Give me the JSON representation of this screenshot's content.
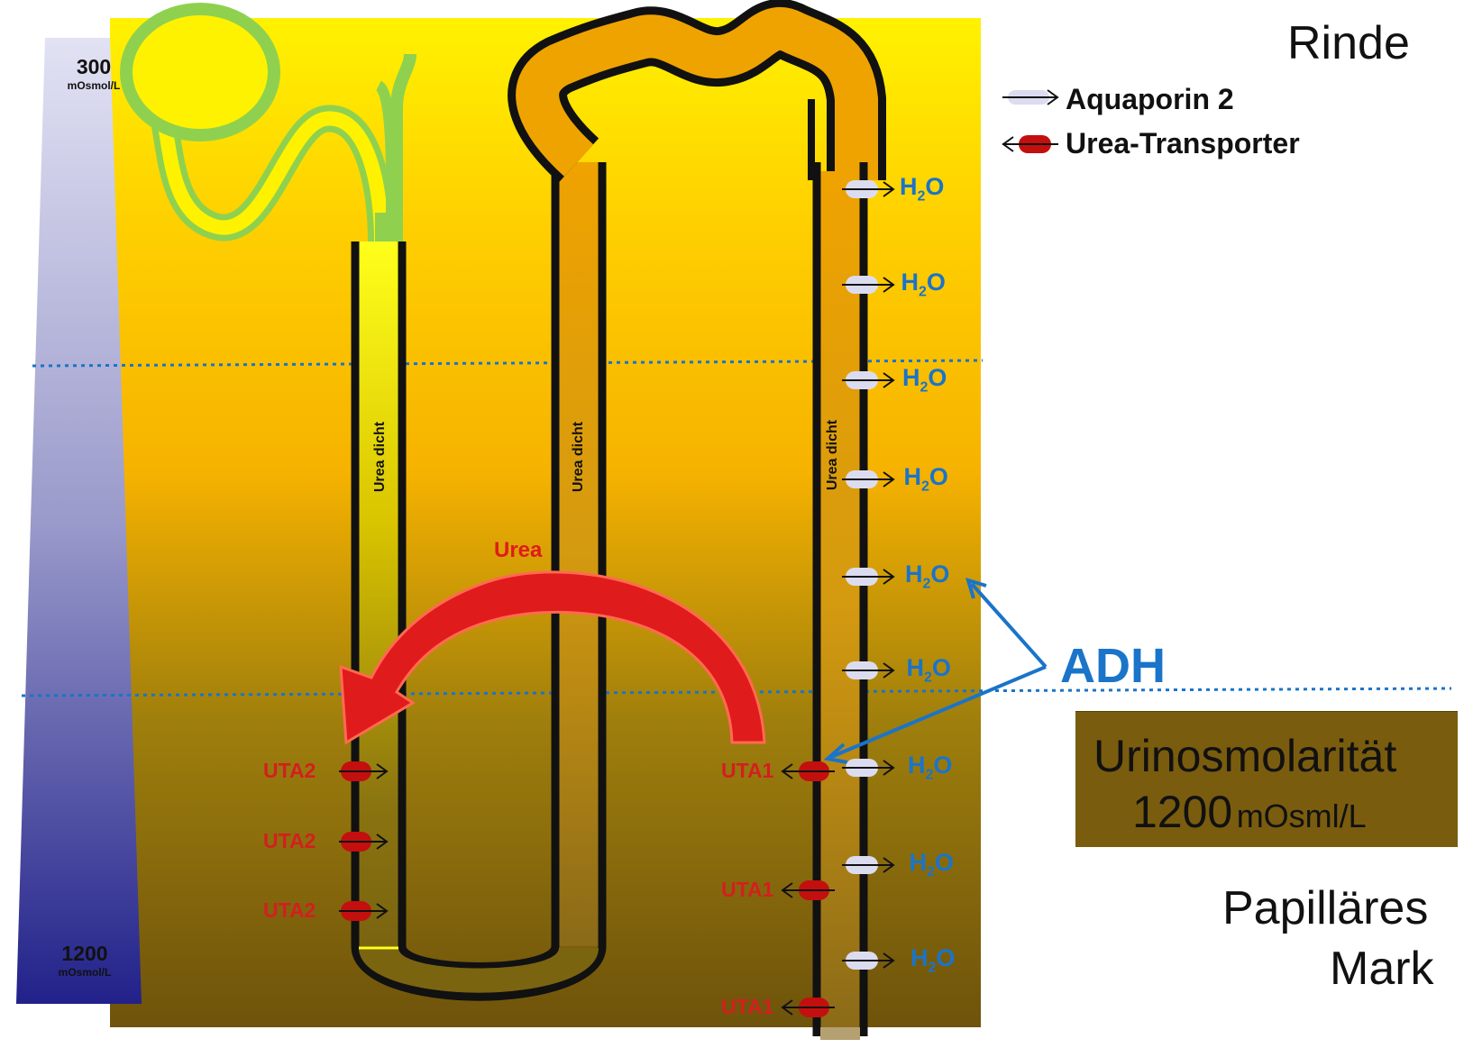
{
  "labels": {
    "cortex": "Rinde",
    "papilla_line1": "Papilläres",
    "papilla_line2": "Mark",
    "adh": "ADH",
    "urea_arrow": "Urea",
    "urea_tight": "Urea dicht"
  },
  "legend": {
    "aquaporin": "Aquaporin 2",
    "urea_transporter": "Urea-Transporter"
  },
  "osmolarity_scale": {
    "top_value": "300",
    "top_unit": "mOsmol/L",
    "bottom_value": "1200",
    "bottom_unit": "mOsmol/L"
  },
  "urine_box": {
    "title": "Urinosmolarität",
    "value": "1200",
    "unit": "mOsml/L"
  },
  "water": {
    "label_main": "H",
    "label_sub": "2",
    "label_end": "O"
  },
  "transporters": {
    "uta2": "UTA2",
    "uta1": "UTA1"
  },
  "colors": {
    "cortex_yellow": "#ffee00",
    "medulla_brown": "#7a5c0e",
    "tubule_green": "#8fd14f",
    "urea_red": "#e01b1b",
    "adh_blue": "#1a74c9",
    "aquaporin": "#dcdcf0",
    "transporter": "#c40f0f"
  }
}
